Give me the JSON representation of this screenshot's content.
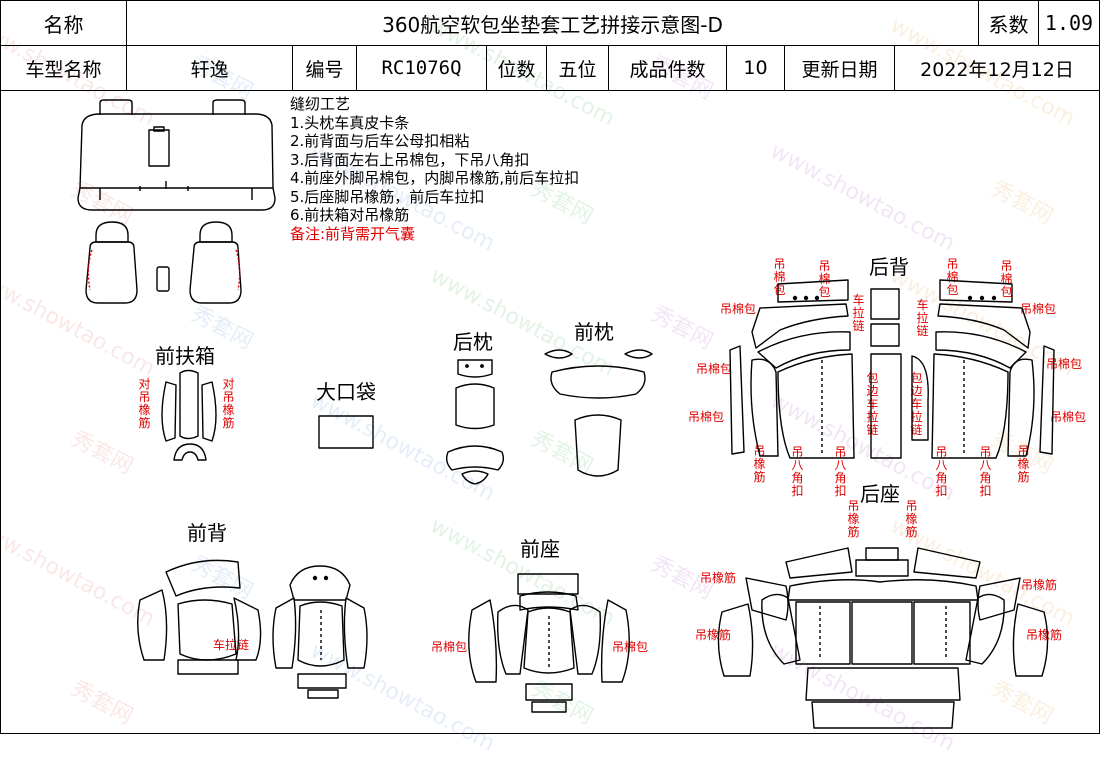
{
  "header": {
    "name_label": "名称",
    "title": "360航空软包坐垫套工艺拼接示意图-D",
    "coef_label": "系数",
    "coef_value": "1.09",
    "model_label": "车型名称",
    "model_value": "轩逸",
    "code_label": "编号",
    "code_value": "RC1076Q",
    "seats_label": "位数",
    "seats_value": "五位",
    "pieces_label": "成品件数",
    "pieces_value": "10",
    "date_label": "更新日期",
    "date_value": "2022年12月12日"
  },
  "notes": {
    "heading": "缝纫工艺",
    "items": [
      "1.头枕车真皮卡条",
      "2.前背面与后车公母扣相粘",
      "3.后背面左右上吊棉包，下吊八角扣",
      "4.前座外脚吊棉包，内脚吊橡筋,前后车拉扣",
      "5.后座脚吊橡筋，前后车拉扣",
      "6.前扶箱对吊橡筋"
    ],
    "remark": "备注:前背需开气囊"
  },
  "sections": {
    "front_armrest": "前扶箱",
    "big_pocket": "大口袋",
    "rear_headrest": "后枕",
    "front_headrest": "前枕",
    "rear_back": "后背",
    "front_back": "前背",
    "front_seat": "前座",
    "rear_seat": "后座"
  },
  "annotations": {
    "pair_elastic": "对吊橡筋",
    "hang_cotton": "吊棉包",
    "zipper": "车拉链",
    "hang_elastic": "吊橡筋",
    "hang_octagon": "吊八角扣",
    "edge_zipper": "包边车拉链"
  },
  "watermark": {
    "url": "www.showtao.com",
    "cn": "秀套网"
  },
  "colors": {
    "annotation": "#e00000",
    "line": "#000000"
  }
}
